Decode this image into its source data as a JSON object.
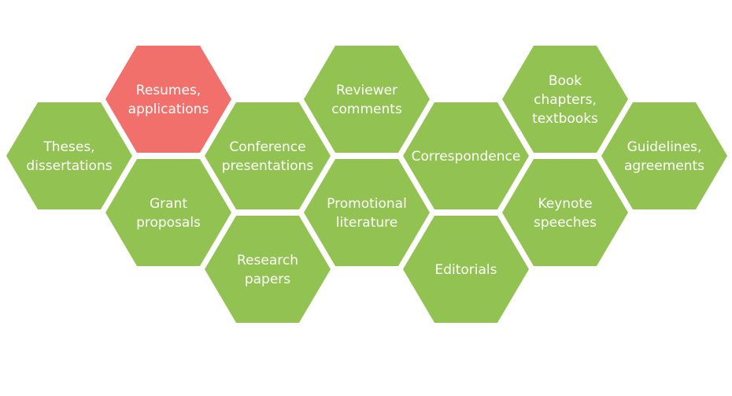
{
  "colors": {
    "default": "#92c352",
    "highlight": "#f1706b",
    "text": "#ffffff"
  },
  "cells": [
    {
      "id": "theses",
      "lines": [
        "Theses,",
        "dissertations"
      ],
      "highlight": false
    },
    {
      "id": "resumes",
      "lines": [
        "Resumes,",
        "applications"
      ],
      "highlight": true
    },
    {
      "id": "grant",
      "lines": [
        "Grant",
        "proposals"
      ],
      "highlight": false
    },
    {
      "id": "conference",
      "lines": [
        "Conference",
        "presentations"
      ],
      "highlight": false
    },
    {
      "id": "research",
      "lines": [
        "Research",
        "papers"
      ],
      "highlight": false
    },
    {
      "id": "reviewer",
      "lines": [
        "Reviewer",
        "comments"
      ],
      "highlight": false
    },
    {
      "id": "promotional",
      "lines": [
        "Promotional",
        "literature"
      ],
      "highlight": false
    },
    {
      "id": "correspondence",
      "lines": [
        "Correspondence"
      ],
      "highlight": false
    },
    {
      "id": "editorials",
      "lines": [
        "Editorials"
      ],
      "highlight": false
    },
    {
      "id": "book",
      "lines": [
        "Book",
        "chapters,",
        "textbooks"
      ],
      "highlight": false
    },
    {
      "id": "keynote",
      "lines": [
        "Keynote",
        "speeches"
      ],
      "highlight": false
    },
    {
      "id": "guidelines",
      "lines": [
        "Guidelines,",
        "agreements"
      ],
      "highlight": false
    }
  ]
}
